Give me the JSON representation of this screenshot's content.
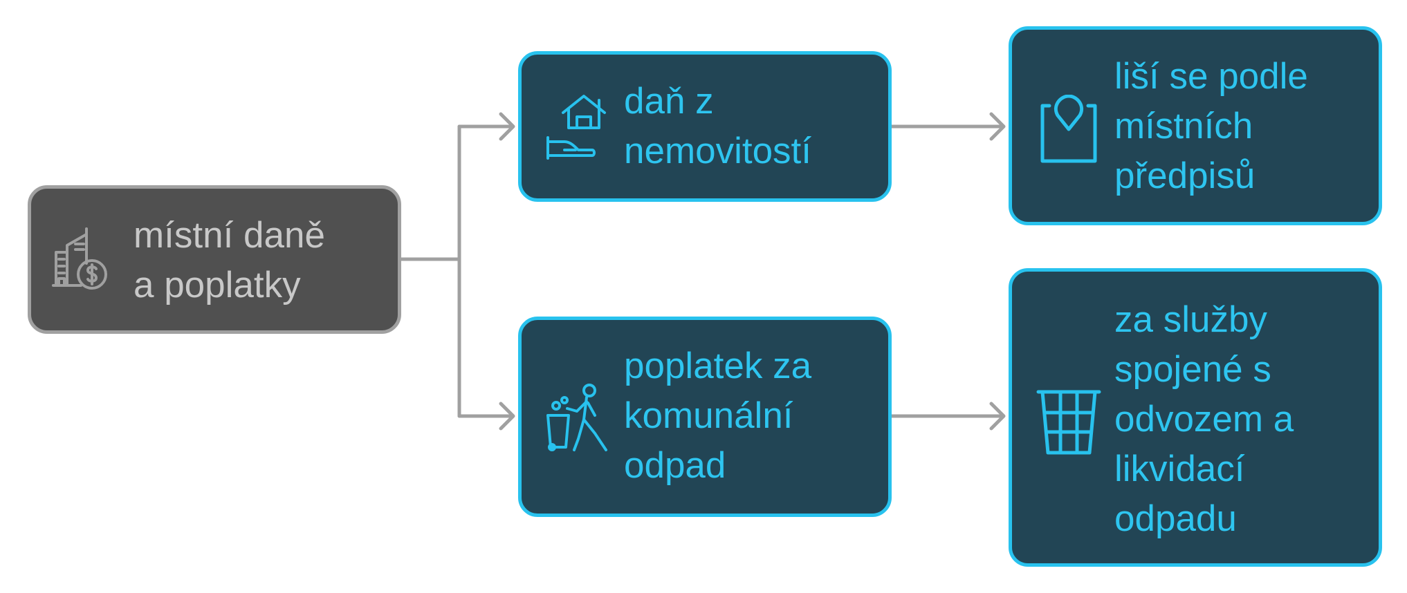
{
  "diagram": {
    "root": {
      "label": "místní daně\na poplatky",
      "icon": "city-money-icon"
    },
    "branches": [
      {
        "label": "daň z\nnemovitostí",
        "icon": "house-on-hand-icon",
        "detail": {
          "label": "liší se podle\nmístních\npředpisů",
          "icon": "map-pin-icon"
        }
      },
      {
        "label": "poplatek za\nkomunální\nodpad",
        "icon": "person-dumping-trash-icon",
        "detail": {
          "label": "za služby\nspojené s\nodvozem a\nlikvidací\nodpadu",
          "icon": "trash-bin-icon"
        }
      }
    ],
    "colors": {
      "root_fill": "#505050",
      "root_border": "#a0a0a0",
      "root_text": "#c8c8c8",
      "node_fill": "#224555",
      "node_border": "#28c2ee",
      "node_text": "#2ec5f0",
      "connector": "#a0a0a0"
    }
  }
}
